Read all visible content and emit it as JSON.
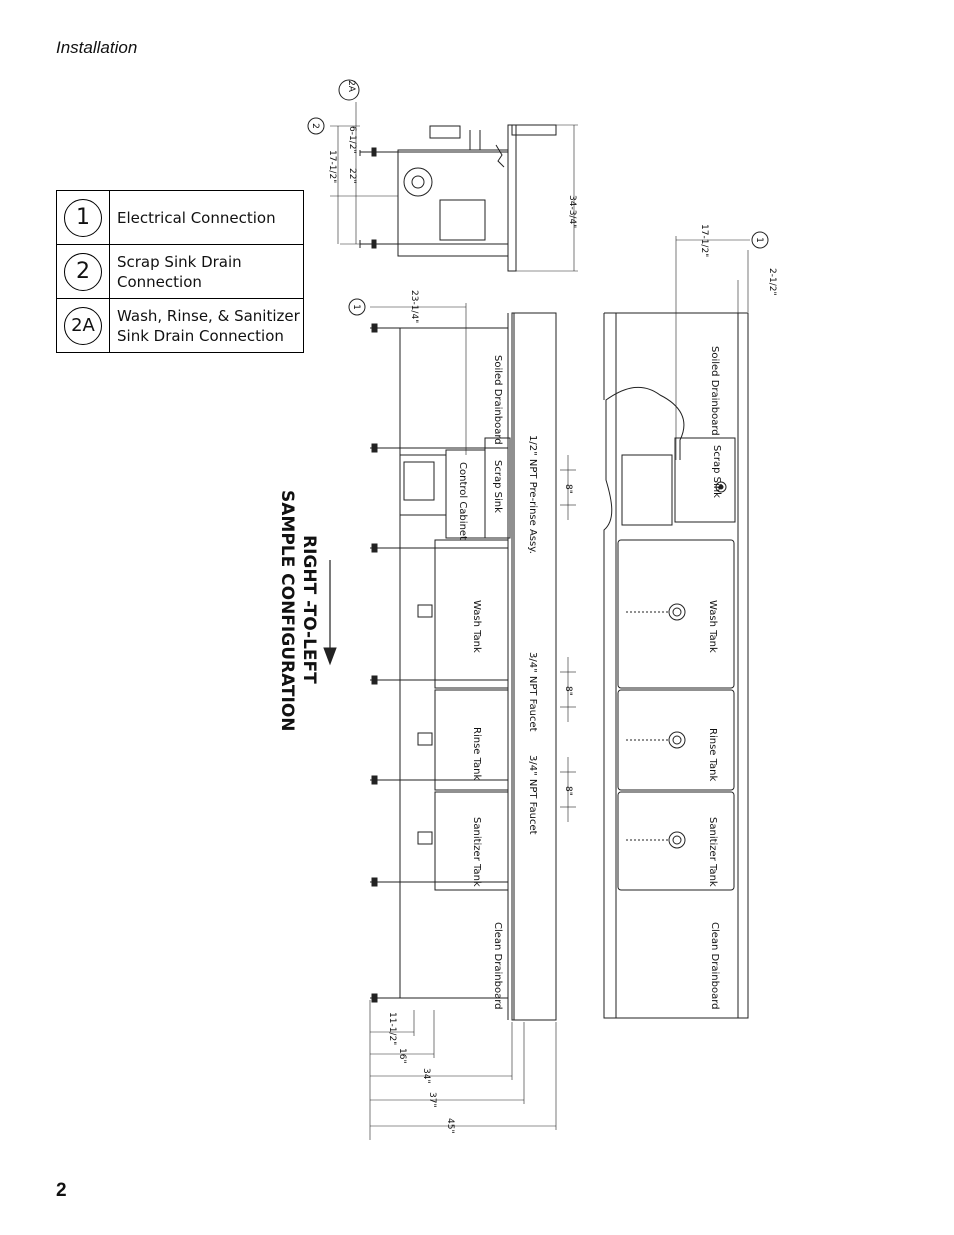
{
  "header": {
    "section": "Installation"
  },
  "page_number": "2",
  "legend": [
    {
      "num": "1",
      "text_lines": [
        "Electrical Connection"
      ]
    },
    {
      "num": "2",
      "text_lines": [
        "Scrap Sink Drain",
        "Connection"
      ]
    },
    {
      "num": "2A",
      "text_lines": [
        "Wash, Rinse, & Sanitizer",
        "Sink Drain Connection"
      ]
    }
  ],
  "title": {
    "line1": "RIGHT -TO-LEFT",
    "line2": "SAMPLE CONFIGURATION"
  },
  "front_view": {
    "sections": [
      "Soiled Drainboard",
      "Scrap Sink",
      "Control Cabinet",
      "Wash Tank",
      "Rinse Tank",
      "Sanitizer Tank",
      "Clean Drainboard"
    ],
    "notes": [
      "1/2\" NPT Pre-rinse Assy.",
      "3/4\" NPT Faucet",
      "3/4\" NPT Faucet"
    ],
    "dims": {
      "d8a": "8\"",
      "d8b": "8\"",
      "d8c": "8\"",
      "d23": "23-1/4\"",
      "d11": "11-1/2\"",
      "d16": "16\"",
      "d34": "34\"",
      "d37": "37\"",
      "d45": "45\""
    },
    "marker": "1"
  },
  "side_view": {
    "markers": [
      "2A",
      "2"
    ],
    "dims": {
      "d6": "6-1/2\"",
      "d17": "17-1/2\"",
      "d22": "22\"",
      "d34_3_4": "34-3/4\""
    }
  },
  "top_view": {
    "sections": [
      "Soiled Drainboard",
      "Scrap Sink",
      "Wash Tank",
      "Rinse Tank",
      "Sanitizer Tank",
      "Clean Drainboard"
    ],
    "dims": {
      "d17": "17-1/2\"",
      "d2": "2-1/2\""
    },
    "marker": "1"
  }
}
